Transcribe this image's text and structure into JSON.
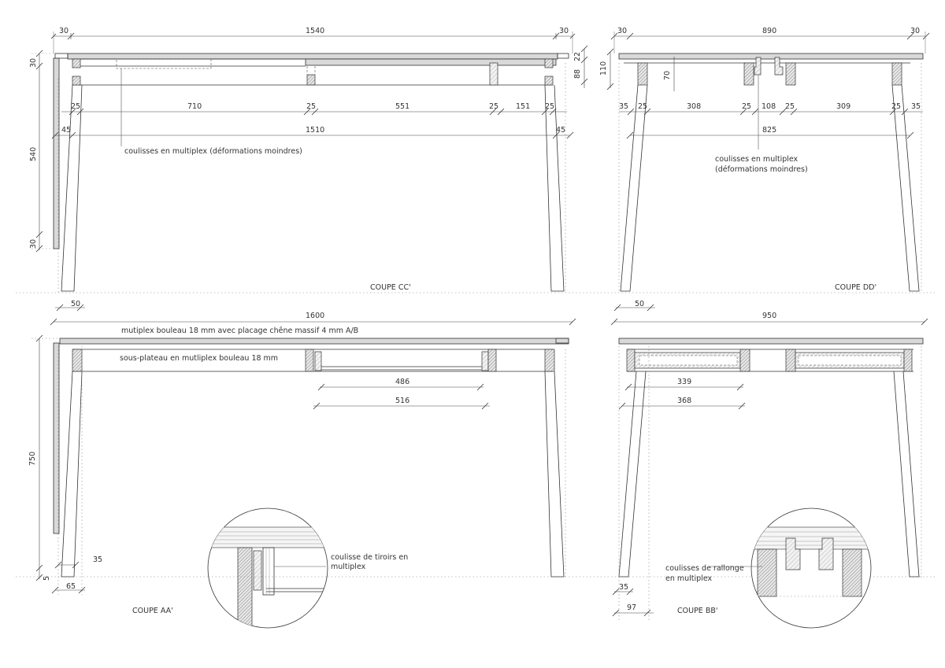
{
  "views": {
    "cc": {
      "title": "COUPE CC'",
      "dims_top": [
        "30",
        "1540",
        "30"
      ],
      "dims_right": [
        "22",
        "88",
        "110"
      ],
      "dims_mid": [
        "25",
        "710",
        "25",
        "551",
        "25",
        "151",
        "25"
      ],
      "dims_low": [
        "45",
        "1510",
        "45"
      ],
      "dims_left": [
        "30",
        "540",
        "30"
      ],
      "note": "coulisses en multiplex (déformations moindres)"
    },
    "dd": {
      "title": "COUPE DD'",
      "dims_top": [
        "30",
        "890",
        "30"
      ],
      "dim_70": "70",
      "dims_mid": [
        "35",
        "25",
        "308",
        "25",
        "108",
        "25",
        "309",
        "25",
        "35"
      ],
      "dim_low": "825",
      "note_line1": "coulisses en multiplex",
      "note_line2": "(déformations moindres)"
    },
    "aa": {
      "title": "COUPE AA'",
      "dim_50": "50",
      "dim_total": "1600",
      "note_top": "mutiplex bouleau 18 mm avec placage chêne massif 4 mm A/B",
      "note_sub": "sous-plateau en mutliplex bouleau 18 mm",
      "dim_486": "486",
      "dim_516": "516",
      "dim_750": "750",
      "dim_35": "35",
      "dim_5": "5",
      "dim_65": "65",
      "detail_line1": "coulisse de tiroirs en",
      "detail_line2": "multiplex"
    },
    "bb": {
      "title": "COUPE BB'",
      "dim_50": "50",
      "dim_total": "950",
      "dim_339": "339",
      "dim_368": "368",
      "dim_35": "35",
      "dim_97": "97",
      "detail_line1": "coulisses de rallonge",
      "detail_line2": "en multiplex"
    }
  }
}
